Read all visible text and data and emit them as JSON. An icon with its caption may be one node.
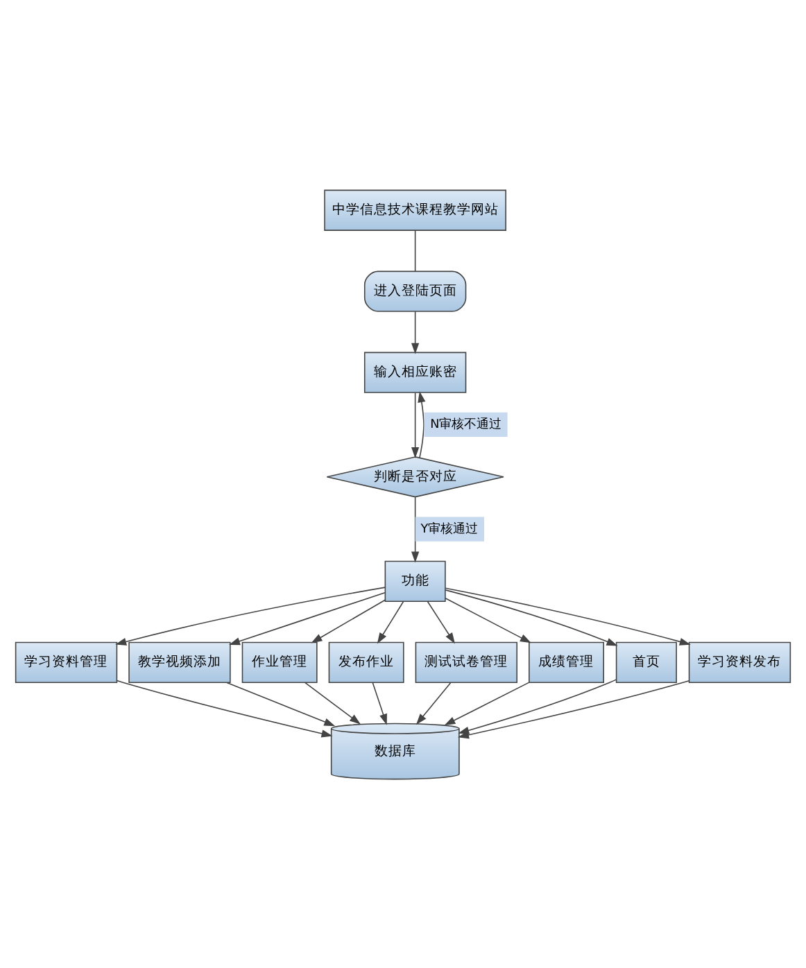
{
  "diagram": {
    "nodes": [
      {
        "text": [
          "中学信息技术课程教学网站"
        ]
      },
      {
        "text": [
          "进入登陆页面"
        ]
      },
      {
        "text": [
          "输入相应账密"
        ]
      },
      {
        "text": [
          "判断是否对应"
        ]
      },
      {
        "text": [
          "功能"
        ]
      },
      {
        "text": [
          "学习资料管理"
        ]
      },
      {
        "text": [
          "教学视频添加"
        ]
      },
      {
        "text": [
          "作业管理"
        ]
      },
      {
        "text": [
          "发布作业"
        ]
      },
      {
        "text": [
          "测试试卷管理"
        ]
      },
      {
        "text": [
          "成绩管理"
        ]
      },
      {
        "text": [
          "首页"
        ]
      },
      {
        "text": [
          "学习资料发布"
        ]
      },
      {
        "text": [
          "数据库"
        ]
      }
    ],
    "edges": [
      {
        "from": 0,
        "to": 1,
        "arrow": "none"
      },
      {
        "from": 1,
        "to": 2,
        "arrow": "to"
      },
      {
        "from": 2,
        "to": 3,
        "arrow": "to"
      },
      {
        "from": 3,
        "to": 2,
        "arrow": "to",
        "label": "N审核不通过"
      },
      {
        "from": 3,
        "to": 4,
        "arrow": "to",
        "label": "Y审核通过"
      },
      {
        "from": 4,
        "to": 5,
        "arrow": "to"
      },
      {
        "from": 4,
        "to": 6,
        "arrow": "to"
      },
      {
        "from": 4,
        "to": 7,
        "arrow": "to"
      },
      {
        "from": 4,
        "to": 8,
        "arrow": "to"
      },
      {
        "from": 4,
        "to": 9,
        "arrow": "to"
      },
      {
        "from": 4,
        "to": 10,
        "arrow": "to"
      },
      {
        "from": 4,
        "to": 11,
        "arrow": "to"
      },
      {
        "from": 4,
        "to": 12,
        "arrow": "to"
      },
      {
        "from": 5,
        "to": 13,
        "arrow": "to"
      },
      {
        "from": 6,
        "to": 13,
        "arrow": "to"
      },
      {
        "from": 7,
        "to": 13,
        "arrow": "to"
      },
      {
        "from": 8,
        "to": 13,
        "arrow": "to"
      },
      {
        "from": 9,
        "to": 13,
        "arrow": "to"
      },
      {
        "from": 10,
        "to": 13,
        "arrow": "to"
      },
      {
        "from": 11,
        "to": 13,
        "arrow": "to"
      },
      {
        "from": 12,
        "to": 13,
        "arrow": "to"
      }
    ]
  }
}
